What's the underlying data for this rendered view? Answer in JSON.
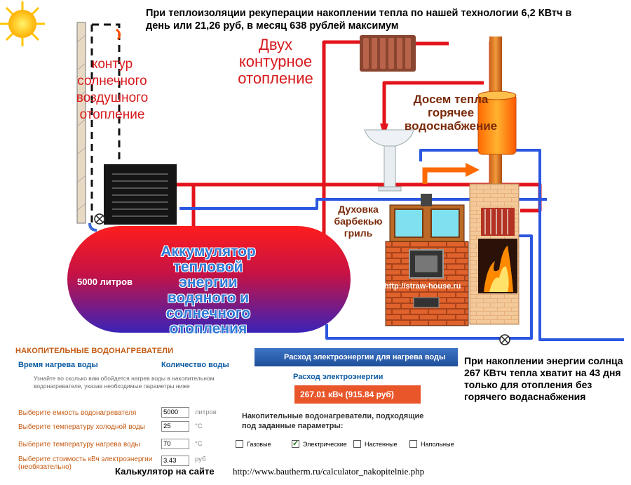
{
  "header": {
    "title": "При теплоизоляции рекуперации накоплении тепла по нашей технологии 6,2 КВтч в день или 21,26 руб, в месяц 638 рублей максимум"
  },
  "labels": {
    "solar_air_circuit": "контур солнечного воздушного отопление",
    "dual_circuit": "Двух контурное отопление",
    "heat_dosing": "Досем тепла горячее водоснабжение",
    "oven": "Духовка барбекью гриль",
    "tank_title": "Аккумулятор тепловой энергии водяного и солнечного отопления",
    "tank_volume": "5000 литров",
    "site_watermark": "http://straw-house.ru",
    "right_note": "При накоплении энергии солнца 267 КВтч тепла хватит на 43 дня только для отопления без горячего водаснабжения"
  },
  "calculator": {
    "heading": "НАКОПИТЕЛЬНЫЕ ВОДОНАГРЕВАТЕЛИ",
    "tab_time": "Время нагрева воды",
    "tab_qty": "Количество  воды",
    "description": "Узнайте во сколько вам обойдется нагрев воды в накопительном водонагревателе, указав необходимые параметры ниже",
    "rows": [
      {
        "label": "Выберите емкость водонагревателя",
        "value": "5000",
        "unit": "литров"
      },
      {
        "label": "Выберите температуру холодной воды",
        "value": "25",
        "unit": "°С"
      },
      {
        "label": "Выберите температуру нагрева воды",
        "value": "70",
        "unit": "°С"
      },
      {
        "label": "Выберите стоимость кВч электроэнергии (необязательно)",
        "value": "3.43",
        "unit": "руб"
      }
    ],
    "footer": "Калькулятор на сайте"
  },
  "consumption": {
    "header": "Расход электроэнергии для нагрева воды",
    "label": "Расход электроэнергии",
    "value": "267.01 кВч (915.84 руб)",
    "suitable": "Накопительные водонагреватели, подходящие под заданные параметры:",
    "filters": [
      {
        "label": "Газовые",
        "checked": false
      },
      {
        "label": "Электрические",
        "checked": true
      },
      {
        "label": "Настенные",
        "checked": false
      },
      {
        "label": "Напольные",
        "checked": false
      }
    ]
  },
  "url": "http://www.bautherm.ru/calculator_nakopitelnie.php",
  "colors": {
    "hot_pipe": "#e3141b",
    "cold_pipe": "#2b57e0",
    "accent_orange": "#e8562a",
    "link_blue": "#0a5aa3"
  }
}
